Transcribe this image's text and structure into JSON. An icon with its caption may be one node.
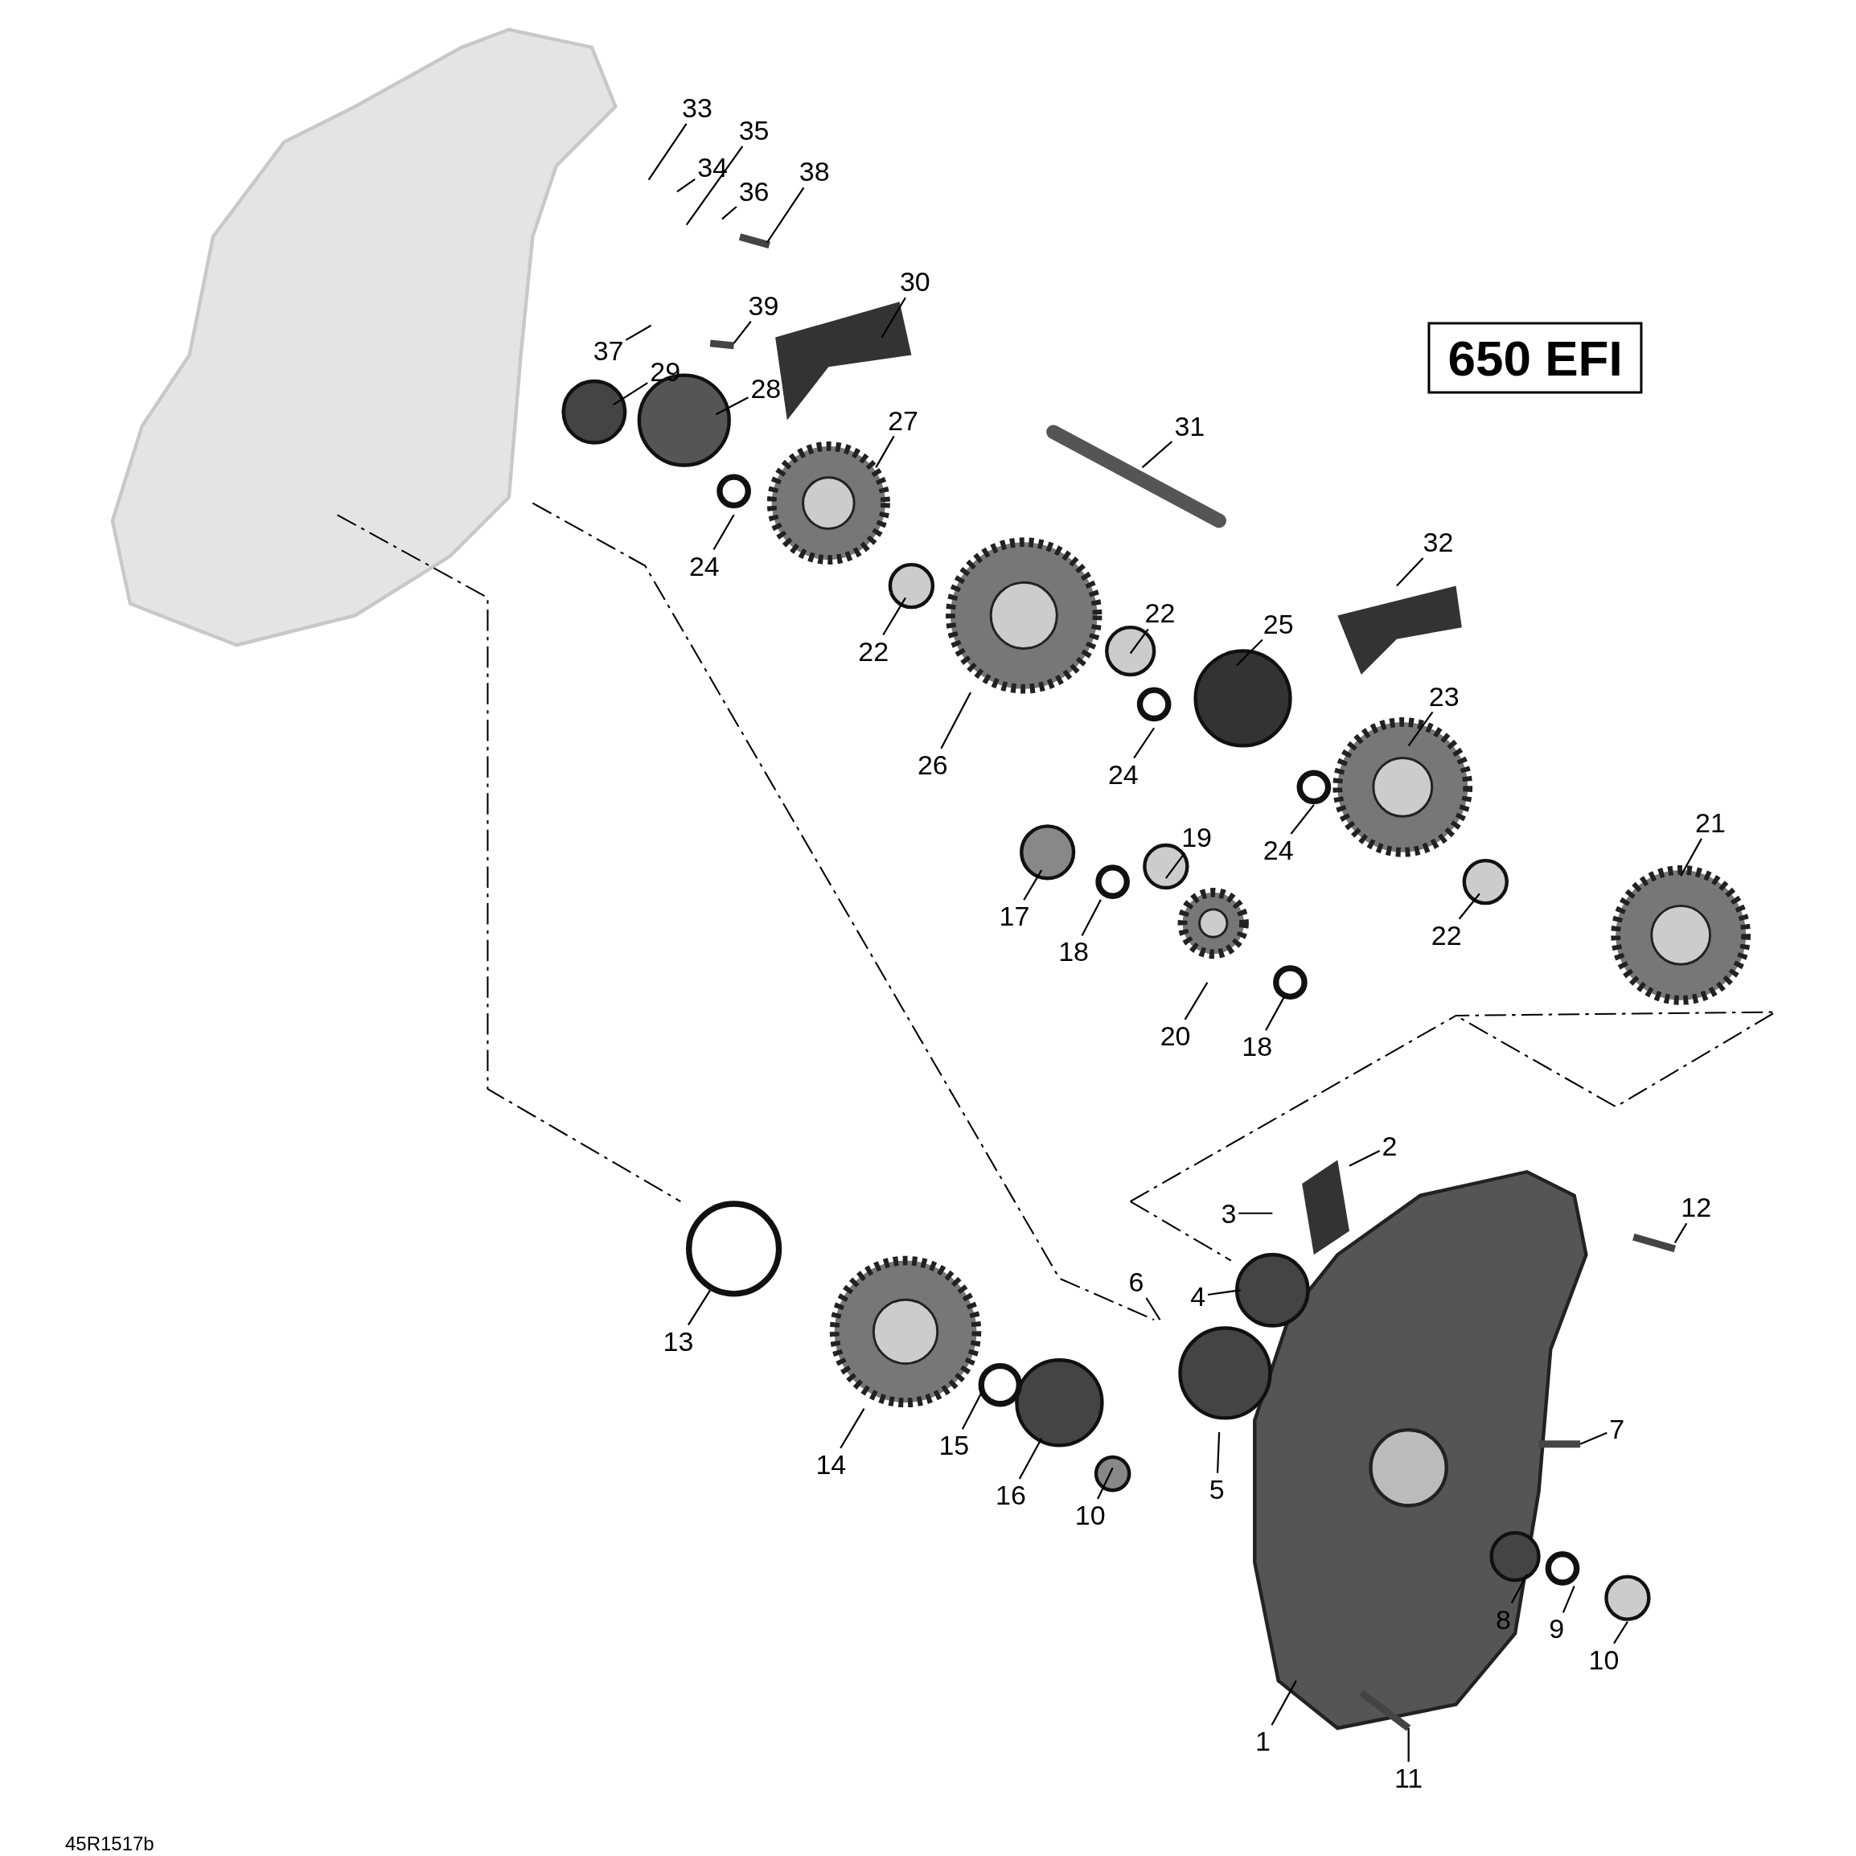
{
  "diagram": {
    "nodes": [
      {
        "text": [
          "33"
        ]
      },
      {
        "text": [
          "35"
        ]
      },
      {
        "text": [
          "34"
        ]
      },
      {
        "text": [
          "36"
        ]
      },
      {
        "text": [
          "38"
        ]
      },
      {
        "text": [
          "30"
        ]
      },
      {
        "text": [
          "39"
        ]
      },
      {
        "text": [
          "37"
        ]
      },
      {
        "text": [
          "29"
        ]
      },
      {
        "text": [
          "28"
        ]
      },
      {
        "text": [
          "27"
        ]
      },
      {
        "text": [
          "31"
        ]
      },
      {
        "text": [
          "24"
        ]
      },
      {
        "text": [
          "22"
        ]
      },
      {
        "text": [
          "26"
        ]
      },
      {
        "text": [
          "22"
        ]
      },
      {
        "text": [
          "24"
        ]
      },
      {
        "text": [
          "32"
        ]
      },
      {
        "text": [
          "25"
        ]
      },
      {
        "text": [
          "23"
        ]
      },
      {
        "text": [
          "24"
        ]
      },
      {
        "text": [
          "21"
        ]
      },
      {
        "text": [
          "17"
        ]
      },
      {
        "text": [
          "18"
        ]
      },
      {
        "text": [
          "19"
        ]
      },
      {
        "text": [
          "22"
        ]
      },
      {
        "text": [
          "20"
        ]
      },
      {
        "text": [
          "18"
        ]
      },
      {
        "text": [
          "2"
        ]
      },
      {
        "text": [
          "3"
        ]
      },
      {
        "text": [
          "12"
        ]
      },
      {
        "text": [
          "4"
        ]
      },
      {
        "text": [
          "6"
        ]
      },
      {
        "text": [
          "13"
        ]
      },
      {
        "text": [
          "14"
        ]
      },
      {
        "text": [
          "15"
        ]
      },
      {
        "text": [
          "16"
        ]
      },
      {
        "text": [
          "10"
        ]
      },
      {
        "text": [
          "5"
        ]
      },
      {
        "text": [
          "7"
        ]
      },
      {
        "text": [
          "8"
        ]
      },
      {
        "text": [
          "9"
        ]
      },
      {
        "text": [
          "10"
        ]
      },
      {
        "text": [
          "1"
        ]
      },
      {
        "text": [
          "11"
        ]
      },
      {
        "text": [
          "650 EFI"
        ]
      }
    ],
    "edges": [
      {
        "from": 0,
        "to": null,
        "arrow": "none"
      },
      {
        "from": 1,
        "to": null,
        "arrow": "none"
      },
      {
        "from": 2,
        "to": null,
        "arrow": "none"
      },
      {
        "from": 3,
        "to": null,
        "arrow": "none"
      },
      {
        "from": 4,
        "to": null,
        "arrow": "none"
      },
      {
        "from": 5,
        "to": null,
        "arrow": "none"
      },
      {
        "from": 6,
        "to": null,
        "arrow": "none"
      },
      {
        "from": 7,
        "to": null,
        "arrow": "none"
      },
      {
        "from": 8,
        "to": null,
        "arrow": "none"
      },
      {
        "from": 9,
        "to": null,
        "arrow": "none"
      },
      {
        "from": 10,
        "to": null,
        "arrow": "none"
      },
      {
        "from": 11,
        "to": null,
        "arrow": "none"
      },
      {
        "from": 12,
        "to": null,
        "arrow": "none"
      },
      {
        "from": 13,
        "to": null,
        "arrow": "none"
      },
      {
        "from": 14,
        "to": null,
        "arrow": "none"
      },
      {
        "from": 15,
        "to": null,
        "arrow": "none"
      },
      {
        "from": 16,
        "to": null,
        "arrow": "none"
      },
      {
        "from": 17,
        "to": null,
        "arrow": "none"
      },
      {
        "from": 18,
        "to": null,
        "arrow": "none"
      },
      {
        "from": 19,
        "to": null,
        "arrow": "none"
      },
      {
        "from": 20,
        "to": null,
        "arrow": "none"
      },
      {
        "from": 21,
        "to": null,
        "arrow": "none"
      },
      {
        "from": 22,
        "to": null,
        "arrow": "none"
      },
      {
        "from": 23,
        "to": null,
        "arrow": "none"
      },
      {
        "from": 24,
        "to": null,
        "arrow": "none"
      },
      {
        "from": 25,
        "to": null,
        "arrow": "none"
      },
      {
        "from": 26,
        "to": null,
        "arrow": "none"
      },
      {
        "from": 27,
        "to": null,
        "arrow": "none"
      },
      {
        "from": 28,
        "to": null,
        "arrow": "none"
      },
      {
        "from": 29,
        "to": null,
        "arrow": "none"
      },
      {
        "from": 30,
        "to": null,
        "arrow": "none"
      },
      {
        "from": 31,
        "to": null,
        "arrow": "none"
      },
      {
        "from": 32,
        "to": null,
        "arrow": "none"
      },
      {
        "from": 33,
        "to": null,
        "arrow": "none"
      },
      {
        "from": 34,
        "to": null,
        "arrow": "none"
      },
      {
        "from": 35,
        "to": null,
        "arrow": "none"
      },
      {
        "from": 36,
        "to": null,
        "arrow": "none"
      },
      {
        "from": 37,
        "to": null,
        "arrow": "none"
      },
      {
        "from": 38,
        "to": null,
        "arrow": "none"
      },
      {
        "from": 39,
        "to": null,
        "arrow": "none"
      },
      {
        "from": 40,
        "to": null,
        "arrow": "none"
      },
      {
        "from": 41,
        "to": null,
        "arrow": "none"
      },
      {
        "from": 42,
        "to": null,
        "arrow": "none"
      },
      {
        "from": 43,
        "to": null,
        "arrow": "none"
      },
      {
        "from": 44,
        "to": null,
        "arrow": "none"
      }
    ],
    "labels": [
      "45R1517b"
    ]
  }
}
